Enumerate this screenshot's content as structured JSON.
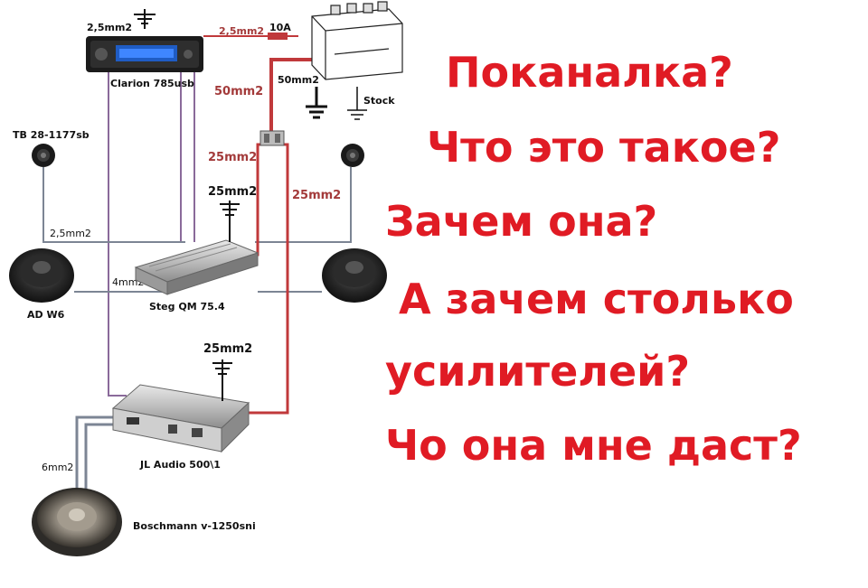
{
  "components": {
    "head_unit": "Clarion 785usb",
    "tweeter": "TB 28-1177sb",
    "midbass": "AD W6",
    "amp1": "Steg QM 75.4",
    "amp2": "JL Audio 500\\1",
    "subwoofer": "Boschmann v-1250sni",
    "fuse": "10A",
    "stock": "Stock"
  },
  "wires": {
    "head_ground": "2,5mm2",
    "head_battery": "2,5mm2",
    "battery_main": "50mm2",
    "battery_ground": "50mm2",
    "amp1_power": "25mm2",
    "amp1_ground": "25mm2",
    "amp2_power": "25mm2",
    "amp2_ground": "25mm2",
    "tweeter_wire": "2,5mm2",
    "midbass_wire": "4mm2",
    "sub_wire": "6mm2"
  },
  "questions": [
    "Поканалка?",
    "Что это такое?",
    "Зачем она?",
    "А зачем столько",
    "усилителей?",
    "Чо она мне даст?"
  ],
  "colors": {
    "power_wire": "#c0393b",
    "signal_wire": "#8a6a9a",
    "speaker_wire": "#7c8594",
    "question_text": "#e01b24"
  }
}
